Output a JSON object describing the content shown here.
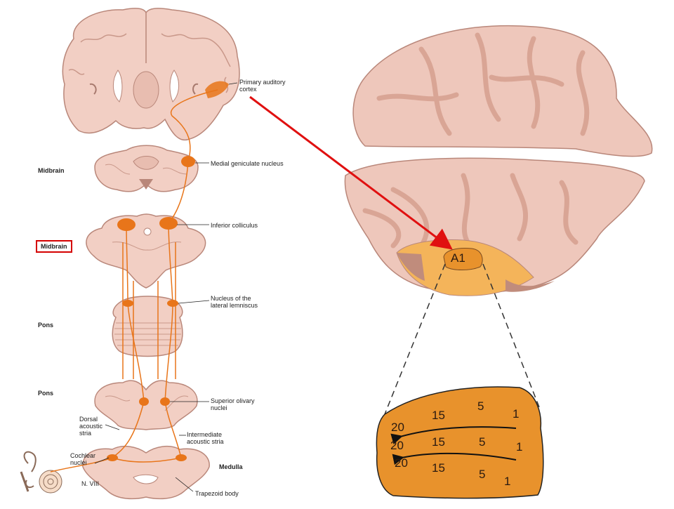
{
  "labels": {
    "primary_auditory_cortex": "Primary auditory\ncortex",
    "midbrain_top": "Midbrain",
    "medial_geniculate": "Medial geniculate nucleus",
    "inferior_colliculus": "Inferior colliculus",
    "midbrain_boxed": "Midbrain",
    "nucleus_lateral_lemniscus": "Nucleus of the\nlateral lemniscus",
    "pons_upper": "Pons",
    "pons_lower": "Pons",
    "superior_olivary": "Superior olivary\nnuclei",
    "dorsal_acoustic_stria": "Dorsal\nacoustic\nstria",
    "intermediate_acoustic_stria": "Intermediate\nacoustic stria",
    "cochlear_nuclei": "Cochlear\nnuclei",
    "medulla": "Medulla",
    "n_viii": "N. VIII",
    "trapezoid_body": "Trapezoid body"
  },
  "a1_label": "A1",
  "tonotopic_rows": [
    [
      "20",
      "15",
      "5",
      "1"
    ],
    [
      "20",
      "15",
      "5",
      "1"
    ],
    [
      "20",
      "15",
      "5",
      "1"
    ]
  ],
  "colors": {
    "tissue": "#f2cfc4",
    "tissue_dark": "#c9988a",
    "pathway": "#e8751a",
    "cortex_pink": "#eec7bb",
    "sulcus": "#d9a595",
    "a1_orange": "#e8922c",
    "auditory_area": "#f4b45a",
    "arrow_red": "#e01010"
  }
}
